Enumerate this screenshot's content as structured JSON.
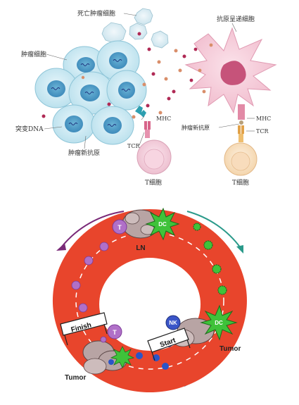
{
  "top": {
    "labels": {
      "dead_tumor_cell": "死亡肿瘤细胞",
      "tumor_cell": "肿瘤细胞",
      "mutant_dna": "突变DNA",
      "tumor_neoantigen_left": "肿瘤新抗原",
      "mhc_left": "MHC",
      "tcr_left": "TCR",
      "t_cell_left": "T细胞",
      "apc": "抗原呈递细胞",
      "mhc_right": "MHC",
      "tumor_neoantigen_right": "肿瘤新抗原",
      "tcr_right": "TCR",
      "t_cell_right": "T细胞"
    }
  },
  "cycle": {
    "labels": {
      "ln": "LN",
      "tumor_left": "Tumor",
      "tumor_right": "Tumor",
      "finish": "Finish",
      "start": "Start",
      "t_top": "T",
      "t_bottom": "T",
      "nk": "NK",
      "dc_top": "DC",
      "dc_bottom": "DC"
    },
    "colors": {
      "ring": "#e8452c",
      "t_cell": "#b070c8",
      "dc": "#3fc23a",
      "nk": "#3a55c8",
      "arrow_left": "#7a2a78",
      "arrow_right": "#2a9a8a"
    }
  }
}
